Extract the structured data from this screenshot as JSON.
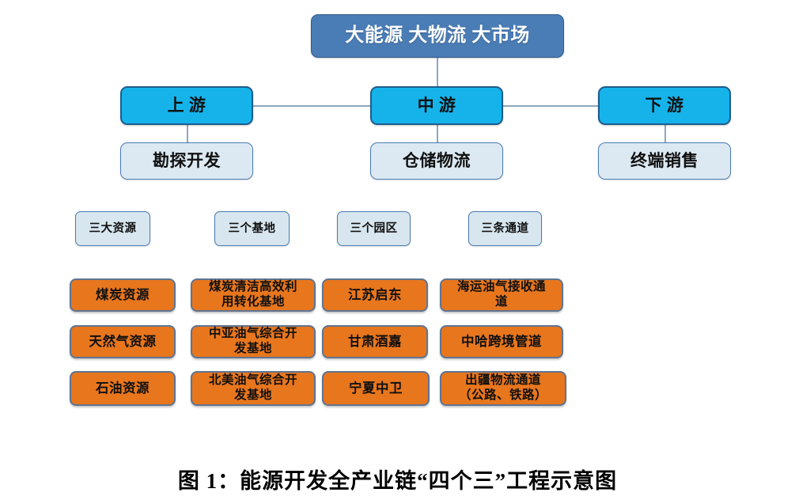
{
  "diagram": {
    "title_box": {
      "label": "大能源  大物流  大市场"
    },
    "stages": [
      {
        "name": "upstream",
        "label": "上   游",
        "activity": "勘探开发"
      },
      {
        "name": "midstream",
        "label": "中   游",
        "activity": "仓储物流"
      },
      {
        "name": "downstream",
        "label": "下   游",
        "activity": "终端销售"
      }
    ],
    "categories": [
      {
        "name": "resources",
        "label": "三大资源"
      },
      {
        "name": "bases",
        "label": "三个基地"
      },
      {
        "name": "parks",
        "label": "三个园区"
      },
      {
        "name": "channels",
        "label": "三条通道"
      }
    ],
    "items": {
      "resources": [
        "煤炭资源",
        "天然气资源",
        "石油资源"
      ],
      "bases": [
        "煤炭清洁高效利\n用转化基地",
        "中亚油气综合开\n发基地",
        "北美油气综合开\n发基地"
      ],
      "parks": [
        "江苏启东",
        "甘肃酒嘉",
        "宁夏中卫"
      ],
      "channels": [
        "海运油气接收通\n道",
        "中哈跨境管道",
        "出疆物流通道\n（公路、铁路）"
      ]
    },
    "caption": "图 1：能源开发全产业链“四个三”工程示意图",
    "colors": {
      "title_fill": "#4a7cb5",
      "title_border": "#2f5a8c",
      "stage_fill": "#16b3eb",
      "stage_border": "#1d5d8c",
      "activity_fill": "#dce9f2",
      "activity_border": "#4a7cb5",
      "chip_fill": "#d7e6ef",
      "item_fill": "#e8761d",
      "item_border": "#5f7491",
      "connector": "#8fa7bf"
    }
  }
}
